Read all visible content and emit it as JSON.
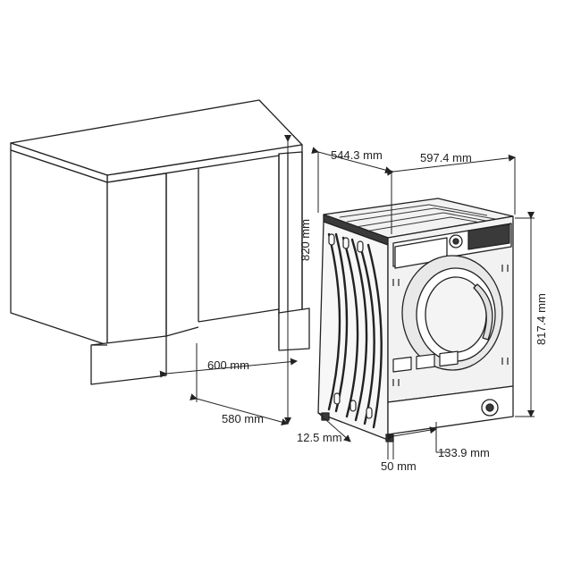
{
  "dimensions": {
    "cabinet_width": "600 mm",
    "cabinet_depth": "580 mm",
    "cabinet_height": "820 mm",
    "machine_depth": "544.3 mm",
    "machine_width": "597.4 mm",
    "machine_height": "817.4 mm",
    "foot_gap": "12.5 mm",
    "foot_offset": "50 mm",
    "plinth_recess": "133.9 mm"
  },
  "colors": {
    "line": "#222222",
    "machine_body": "#f2f2f2",
    "machine_dark": "#3a3a3a",
    "door_glass": "#e6e6e6"
  }
}
